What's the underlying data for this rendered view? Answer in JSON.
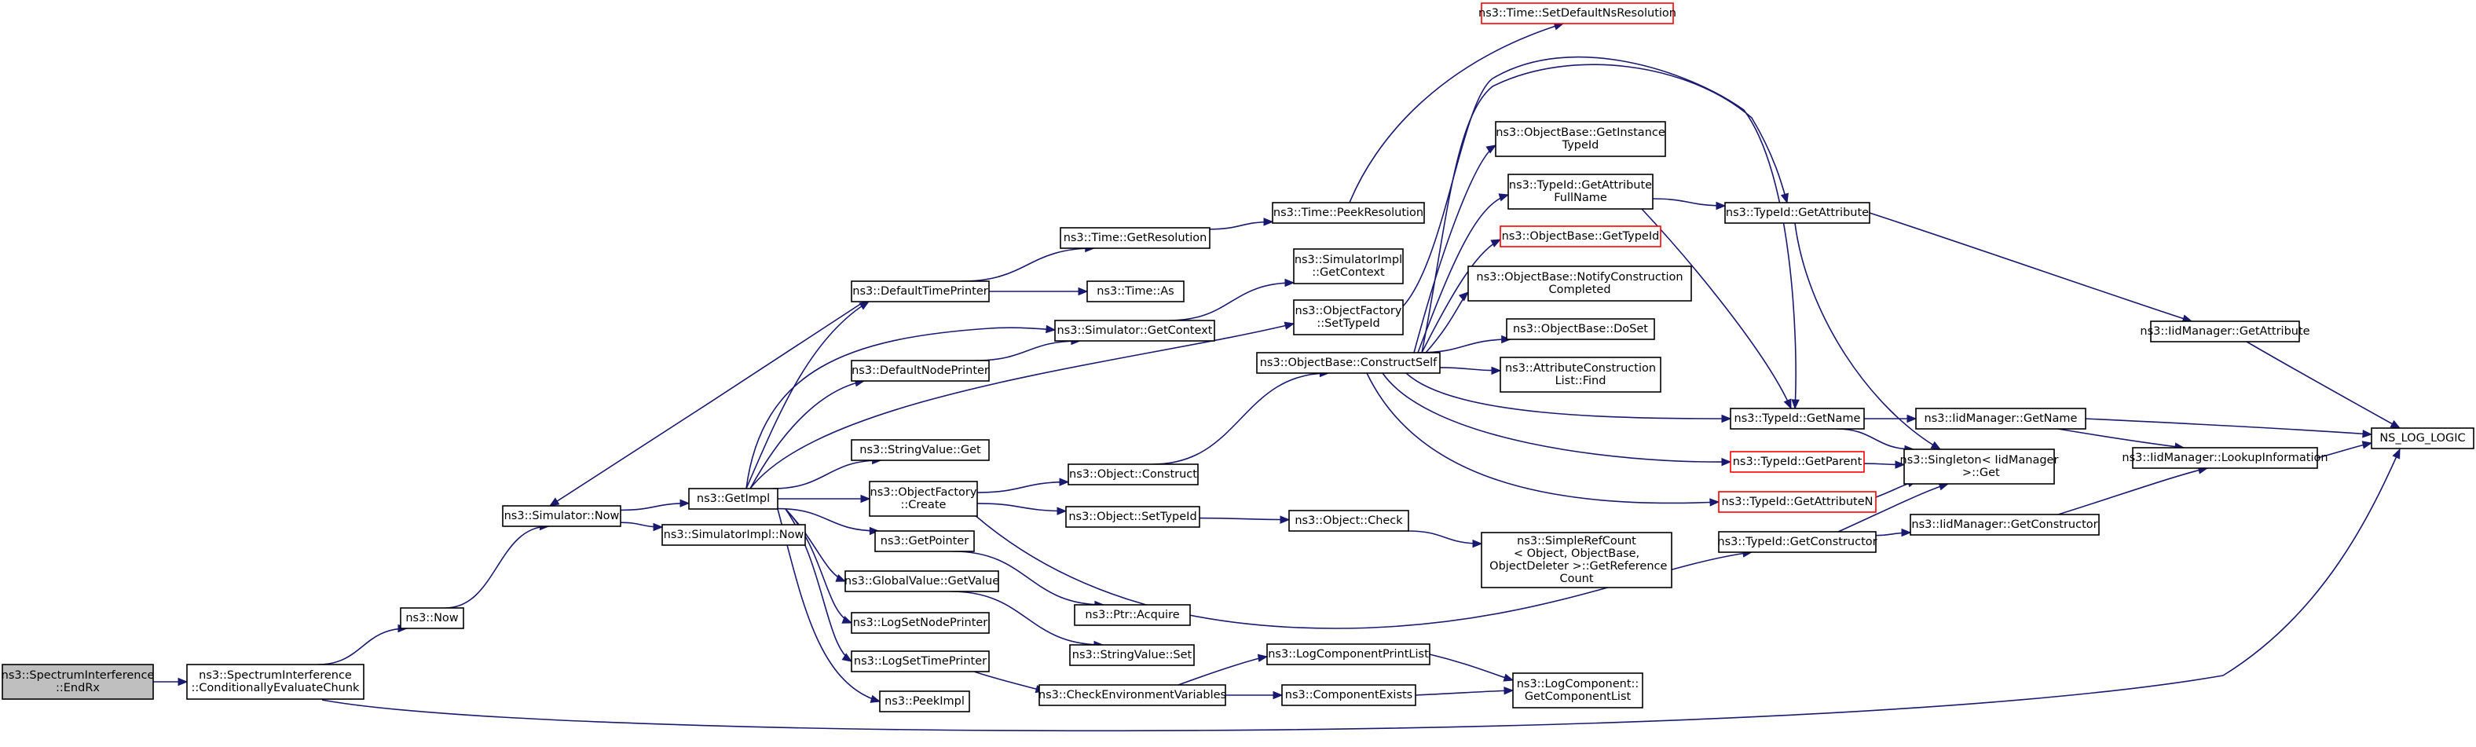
{
  "diagram": {
    "type": "call-graph",
    "nodes": [
      {
        "id": "endrx",
        "label": "ns3::SpectrumInterference\n::EndRx",
        "style": "root"
      },
      {
        "id": "condeval",
        "label": "ns3::SpectrumInterference\n::ConditionallyEvaluateChunk"
      },
      {
        "id": "now",
        "label": "ns3::Now"
      },
      {
        "id": "simnow",
        "label": "ns3::Simulator::Now"
      },
      {
        "id": "simimplnow",
        "label": "ns3::SimulatorImpl::Now"
      },
      {
        "id": "getimpl",
        "label": "ns3::GetImpl"
      },
      {
        "id": "deftimeprinter",
        "label": "ns3::DefaultTimePrinter"
      },
      {
        "id": "defnodeprinter",
        "label": "ns3::DefaultNodePrinter"
      },
      {
        "id": "stringvalueget",
        "label": "ns3::StringValue::Get"
      },
      {
        "id": "objfactcreate",
        "label": "ns3::ObjectFactory\n::Create"
      },
      {
        "id": "getpointer",
        "label": "ns3::GetPointer"
      },
      {
        "id": "globalvalueget",
        "label": "ns3::GlobalValue::GetValue"
      },
      {
        "id": "logsetnode",
        "label": "ns3::LogSetNodePrinter"
      },
      {
        "id": "logsettime",
        "label": "ns3::LogSetTimePrinter"
      },
      {
        "id": "peekimpl",
        "label": "ns3::PeekImpl"
      },
      {
        "id": "timegetres",
        "label": "ns3::Time::GetResolution"
      },
      {
        "id": "timeas",
        "label": "ns3::Time::As"
      },
      {
        "id": "simgetctx",
        "label": "ns3::Simulator::GetContext"
      },
      {
        "id": "objconstruct",
        "label": "ns3::Object::Construct"
      },
      {
        "id": "objsettypeid",
        "label": "ns3::Object::SetTypeId"
      },
      {
        "id": "ptracquire",
        "label": "ns3::Ptr::Acquire"
      },
      {
        "id": "stringvalueset",
        "label": "ns3::StringValue::Set"
      },
      {
        "id": "checkenv",
        "label": "ns3::CheckEnvironmentVariables"
      },
      {
        "id": "timepeekres",
        "label": "ns3::Time::PeekResolution"
      },
      {
        "id": "timesetdef",
        "label": "ns3::Time::SetDefaultNsResolution",
        "style": "red"
      },
      {
        "id": "simimplgetctx",
        "label": "ns3::SimulatorImpl\n::GetContext"
      },
      {
        "id": "objfactsettypeid",
        "label": "ns3::ObjectFactory\n::SetTypeId"
      },
      {
        "id": "constructself",
        "label": "ns3::ObjectBase::ConstructSelf"
      },
      {
        "id": "objcheck",
        "label": "ns3::Object::Check"
      },
      {
        "id": "logcompprint",
        "label": "ns3::LogComponentPrintList"
      },
      {
        "id": "compexists",
        "label": "ns3::ComponentExists"
      },
      {
        "id": "getinsttypeid",
        "label": "ns3::ObjectBase::GetInstance\nTypeId"
      },
      {
        "id": "typeidgetattrfull",
        "label": "ns3::TypeId::GetAttribute\nFullName"
      },
      {
        "id": "objbasegettypeid",
        "label": "ns3::ObjectBase::GetTypeId",
        "style": "red"
      },
      {
        "id": "notifyconst",
        "label": "ns3::ObjectBase::NotifyConstruction\nCompleted"
      },
      {
        "id": "doset",
        "label": "ns3::ObjectBase::DoSet"
      },
      {
        "id": "attrconstfind",
        "label": "ns3::AttributeConstruction\nList::Find"
      },
      {
        "id": "simplerefcount",
        "label": "ns3::SimpleRefCount\n< Object, ObjectBase,\n ObjectDeleter >::GetReference\nCount"
      },
      {
        "id": "logcompgetlist",
        "label": "ns3::LogComponent::\nGetComponentList"
      },
      {
        "id": "typeidgetattr",
        "label": "ns3::TypeId::GetAttribute"
      },
      {
        "id": "typeidgetname",
        "label": "ns3::TypeId::GetName"
      },
      {
        "id": "typeidgetparent",
        "label": "ns3::TypeId::GetParent",
        "style": "red"
      },
      {
        "id": "typeidgetattrn",
        "label": "ns3::TypeId::GetAttributeN",
        "style": "red"
      },
      {
        "id": "typeidgetctor",
        "label": "ns3::TypeId::GetConstructor"
      },
      {
        "id": "singletonget",
        "label": "ns3::Singleton< IidManager\n >::Get"
      },
      {
        "id": "iidgetattr",
        "label": "ns3::IidManager::GetAttribute"
      },
      {
        "id": "iidgetname",
        "label": "ns3::IidManager::GetName"
      },
      {
        "id": "iidgetctor",
        "label": "ns3::IidManager::GetConstructor"
      },
      {
        "id": "iidlookup",
        "label": "ns3::IidManager::LookupInformation"
      },
      {
        "id": "nslog",
        "label": "NS_LOG_LOGIC"
      }
    ],
    "edges": [
      [
        "endrx",
        "condeval"
      ],
      [
        "condeval",
        "now"
      ],
      [
        "condeval",
        "nslog"
      ],
      [
        "now",
        "simnow"
      ],
      [
        "simnow",
        "getimpl"
      ],
      [
        "simnow",
        "simimplnow"
      ],
      [
        "getimpl",
        "deftimeprinter"
      ],
      [
        "getimpl",
        "simgetctx"
      ],
      [
        "getimpl",
        "defnodeprinter"
      ],
      [
        "getimpl",
        "objfactsettypeid"
      ],
      [
        "getimpl",
        "stringvalueget"
      ],
      [
        "getimpl",
        "objfactcreate"
      ],
      [
        "getimpl",
        "getpointer"
      ],
      [
        "getimpl",
        "globalvalueget"
      ],
      [
        "getimpl",
        "logsetnode"
      ],
      [
        "getimpl",
        "logsettime"
      ],
      [
        "getimpl",
        "peekimpl"
      ],
      [
        "deftimeprinter",
        "simnow"
      ],
      [
        "deftimeprinter",
        "timegetres"
      ],
      [
        "deftimeprinter",
        "timeas"
      ],
      [
        "defnodeprinter",
        "simgetctx"
      ],
      [
        "simgetctx",
        "simimplgetctx"
      ],
      [
        "timegetres",
        "timepeekres"
      ],
      [
        "timepeekres",
        "timesetdef"
      ],
      [
        "objfactcreate",
        "objconstruct"
      ],
      [
        "objfactcreate",
        "objsettypeid"
      ],
      [
        "objfactcreate",
        "typeidgetctor"
      ],
      [
        "getpointer",
        "ptracquire"
      ],
      [
        "globalvalueget",
        "stringvalueset"
      ],
      [
        "logsettime",
        "checkenv"
      ],
      [
        "objconstruct",
        "constructself"
      ],
      [
        "objsettypeid",
        "objcheck"
      ],
      [
        "objcheck",
        "simplerefcount"
      ],
      [
        "checkenv",
        "logcompprint"
      ],
      [
        "checkenv",
        "compexists"
      ],
      [
        "logcompprint",
        "logcompgetlist"
      ],
      [
        "compexists",
        "logcompgetlist"
      ],
      [
        "objfactsettypeid",
        "typeidgetname"
      ],
      [
        "constructself",
        "getinsttypeid"
      ],
      [
        "constructself",
        "typeidgetattrfull"
      ],
      [
        "constructself",
        "objbasegettypeid"
      ],
      [
        "constructself",
        "notifyconst"
      ],
      [
        "constructself",
        "doset"
      ],
      [
        "constructself",
        "attrconstfind"
      ],
      [
        "constructself",
        "typeidgetattr"
      ],
      [
        "constructself",
        "typeidgetname"
      ],
      [
        "constructself",
        "typeidgetparent"
      ],
      [
        "constructself",
        "typeidgetattrn"
      ],
      [
        "typeidgetattrfull",
        "typeidgetattr"
      ],
      [
        "typeidgetattrfull",
        "typeidgetname"
      ],
      [
        "typeidgetattr",
        "iidgetattr"
      ],
      [
        "typeidgetattr",
        "singletonget"
      ],
      [
        "typeidgetname",
        "iidgetname"
      ],
      [
        "typeidgetname",
        "singletonget"
      ],
      [
        "typeidgetparent",
        "singletonget"
      ],
      [
        "typeidgetattrn",
        "singletonget"
      ],
      [
        "typeidgetctor",
        "iidgetctor"
      ],
      [
        "typeidgetctor",
        "singletonget"
      ],
      [
        "iidgetattr",
        "nslog"
      ],
      [
        "iidgetname",
        "iidlookup"
      ],
      [
        "iidgetname",
        "nslog"
      ],
      [
        "iidgetctor",
        "iidlookup"
      ],
      [
        "iidlookup",
        "nslog"
      ]
    ]
  }
}
